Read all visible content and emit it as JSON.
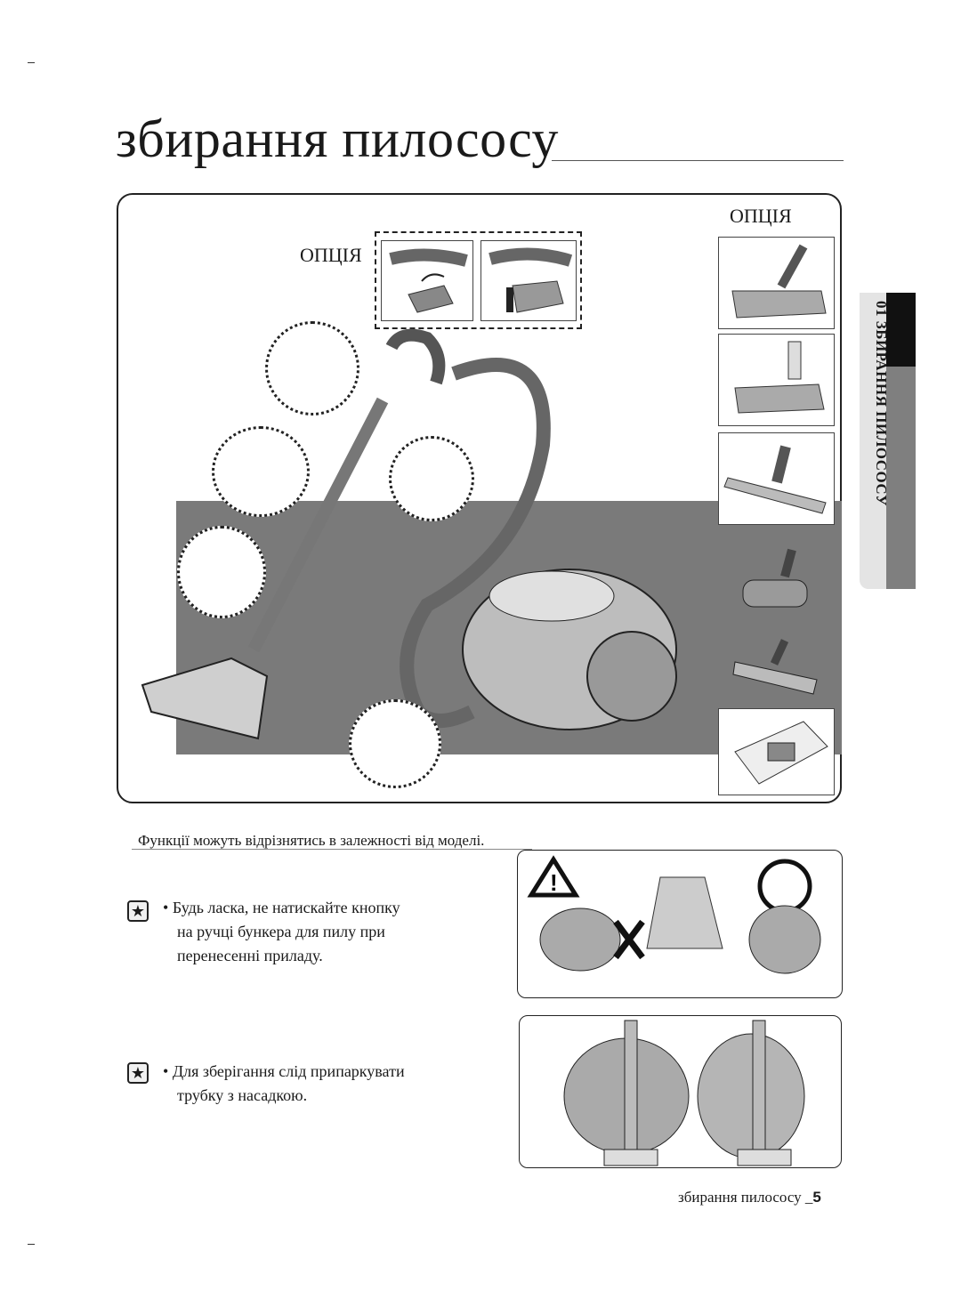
{
  "page": {
    "title": "збирання пилососу"
  },
  "diagram": {
    "option_label_left": "ОПЦІЯ",
    "option_label_right": "ОПЦІЯ"
  },
  "side_tab": {
    "text": "01 ЗБИРАННЯ ПИЛОСОСУ"
  },
  "note": {
    "text": "Функції можуть відрізнятись в залежності від моделі."
  },
  "bullets": [
    {
      "icon": "star-icon",
      "lines": [
        "Будь ласка, не натискайте кнопку",
        "на ручці бункера для пилу при",
        "перенесенні приладу."
      ]
    },
    {
      "icon": "star-icon",
      "lines": [
        "Для зберігання слід припаркувати",
        "трубку з насадкою."
      ]
    }
  ],
  "footer": {
    "text": "збирання пилососу _",
    "page_number": "5"
  }
}
